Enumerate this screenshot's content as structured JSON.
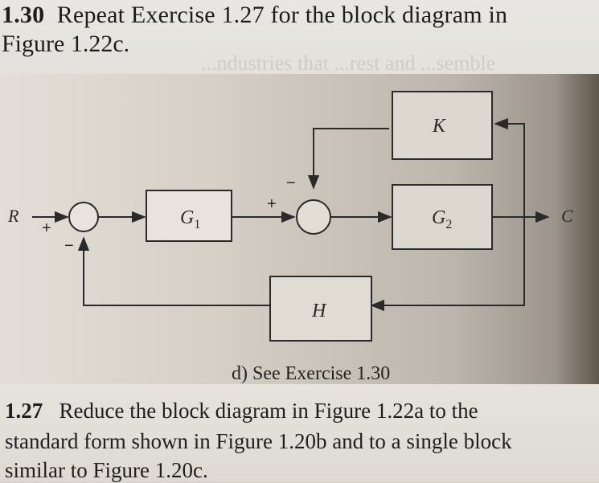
{
  "exercise_130": {
    "number": "1.30",
    "line1": "Repeat Exercise 1.27 for the block diagram in",
    "line2": "Figure 1.22c.",
    "bleed_through": "...ndustries that ...rest and ...semble"
  },
  "diagram": {
    "input_label": "R",
    "output_label": "C",
    "blocks": {
      "g1": "G",
      "g1_sub": "1",
      "g2": "G",
      "g2_sub": "2",
      "k": "K",
      "h": "H"
    },
    "signs": {
      "sum1_plus": "+",
      "sum1_minus": "−",
      "sum2_plus": "+",
      "sum2_minus": "−"
    }
  },
  "caption": "d) See Exercise 1.30",
  "exercise_127": {
    "number": "1.27",
    "line1": "Reduce the block diagram in Figure 1.22a to the",
    "line2": "standard form shown in Figure 1.20b and to a single block",
    "line3": "similar to Figure 1.20c."
  },
  "colors": {
    "ink": "#2a2a2a",
    "block_fill": "#e8e4dd"
  }
}
